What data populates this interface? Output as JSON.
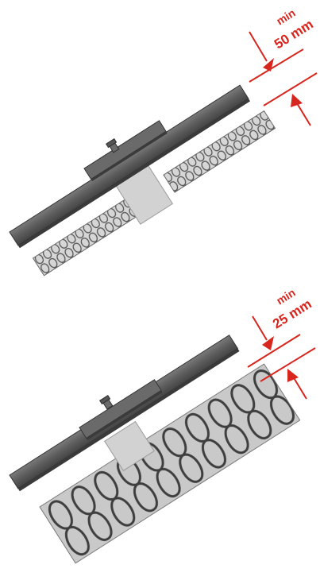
{
  "diagrams": [
    {
      "min_label": "min",
      "value_label": "50 mm",
      "insulation": "thin"
    },
    {
      "min_label": "min",
      "value_label": "25 mm",
      "insulation": "thick"
    }
  ],
  "colors": {
    "accent": "#d7261e",
    "panel": "#5e5e5e",
    "panel_edge": "#3c3c3c",
    "insulation_fill": "#c9c9c9",
    "insulation_coil": "#4a4a4a",
    "support": "#cfcfcf"
  },
  "icons": [
    "screw-icon",
    "arrow-down-icon",
    "arrow-up-icon"
  ]
}
